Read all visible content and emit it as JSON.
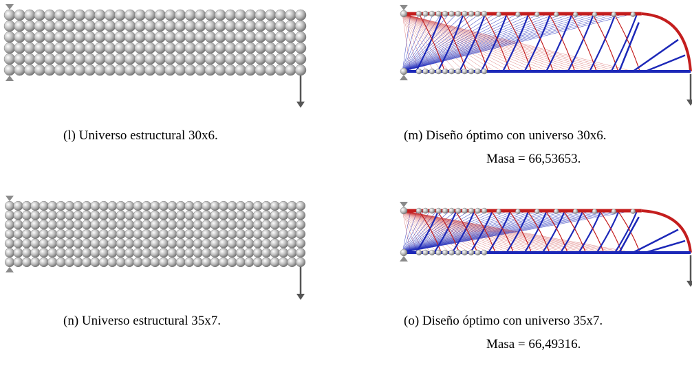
{
  "figures": {
    "l": {
      "caption": "(l) Universo estructural 30x6.",
      "cols": 30,
      "rows": 6
    },
    "m": {
      "caption": "(m) Diseño óptimo con universo 30x6.",
      "mass": "Masa = 66,53653."
    },
    "n": {
      "caption": "(n) Universo estructural 35x7.",
      "cols": 35,
      "rows": 7
    },
    "o": {
      "caption": "(o) Diseño óptimo con universo 35x7.",
      "mass": "Masa = 66,49316."
    }
  },
  "colors": {
    "tension": "#c41e1e",
    "compression": "#1c28b8",
    "node": "#b9b9b9",
    "support": "#8a8a8a"
  }
}
